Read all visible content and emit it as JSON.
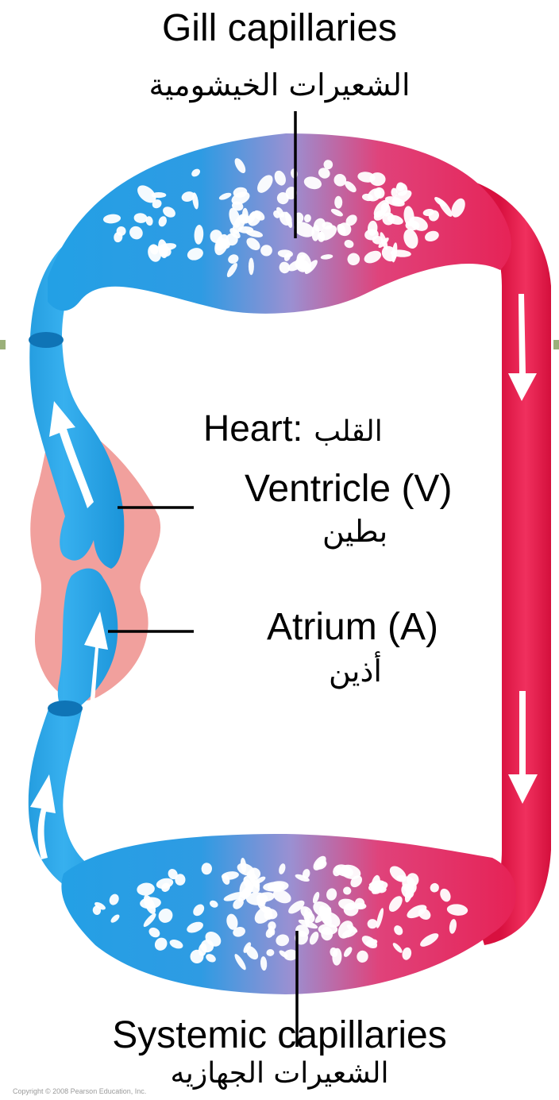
{
  "labels": {
    "gill_en": "Gill capillaries",
    "gill_ar": "الشعيرات الخيشومية",
    "heart_en": "Heart:",
    "heart_ar": "القلب",
    "ventricle_en": "Ventricle (V)",
    "ventricle_ar": "بطين",
    "atrium_en": "Atrium (A)",
    "atrium_ar": "أذين",
    "systemic_en": "Systemic capillaries",
    "systemic_ar": "الشعيرات الجهازيه",
    "copyright": "Copyright © 2008 Pearson Education, Inc."
  },
  "colors": {
    "deoxygenated": "#1fa2e6",
    "oxygenated": "#e8184a",
    "mixed": "#8c8ccf",
    "heart_tissue": "#ef8f8c",
    "leader_line": "#000000",
    "flow_arrow": "#ffffff"
  },
  "icons": [
    "flow-arrow-icon"
  ]
}
